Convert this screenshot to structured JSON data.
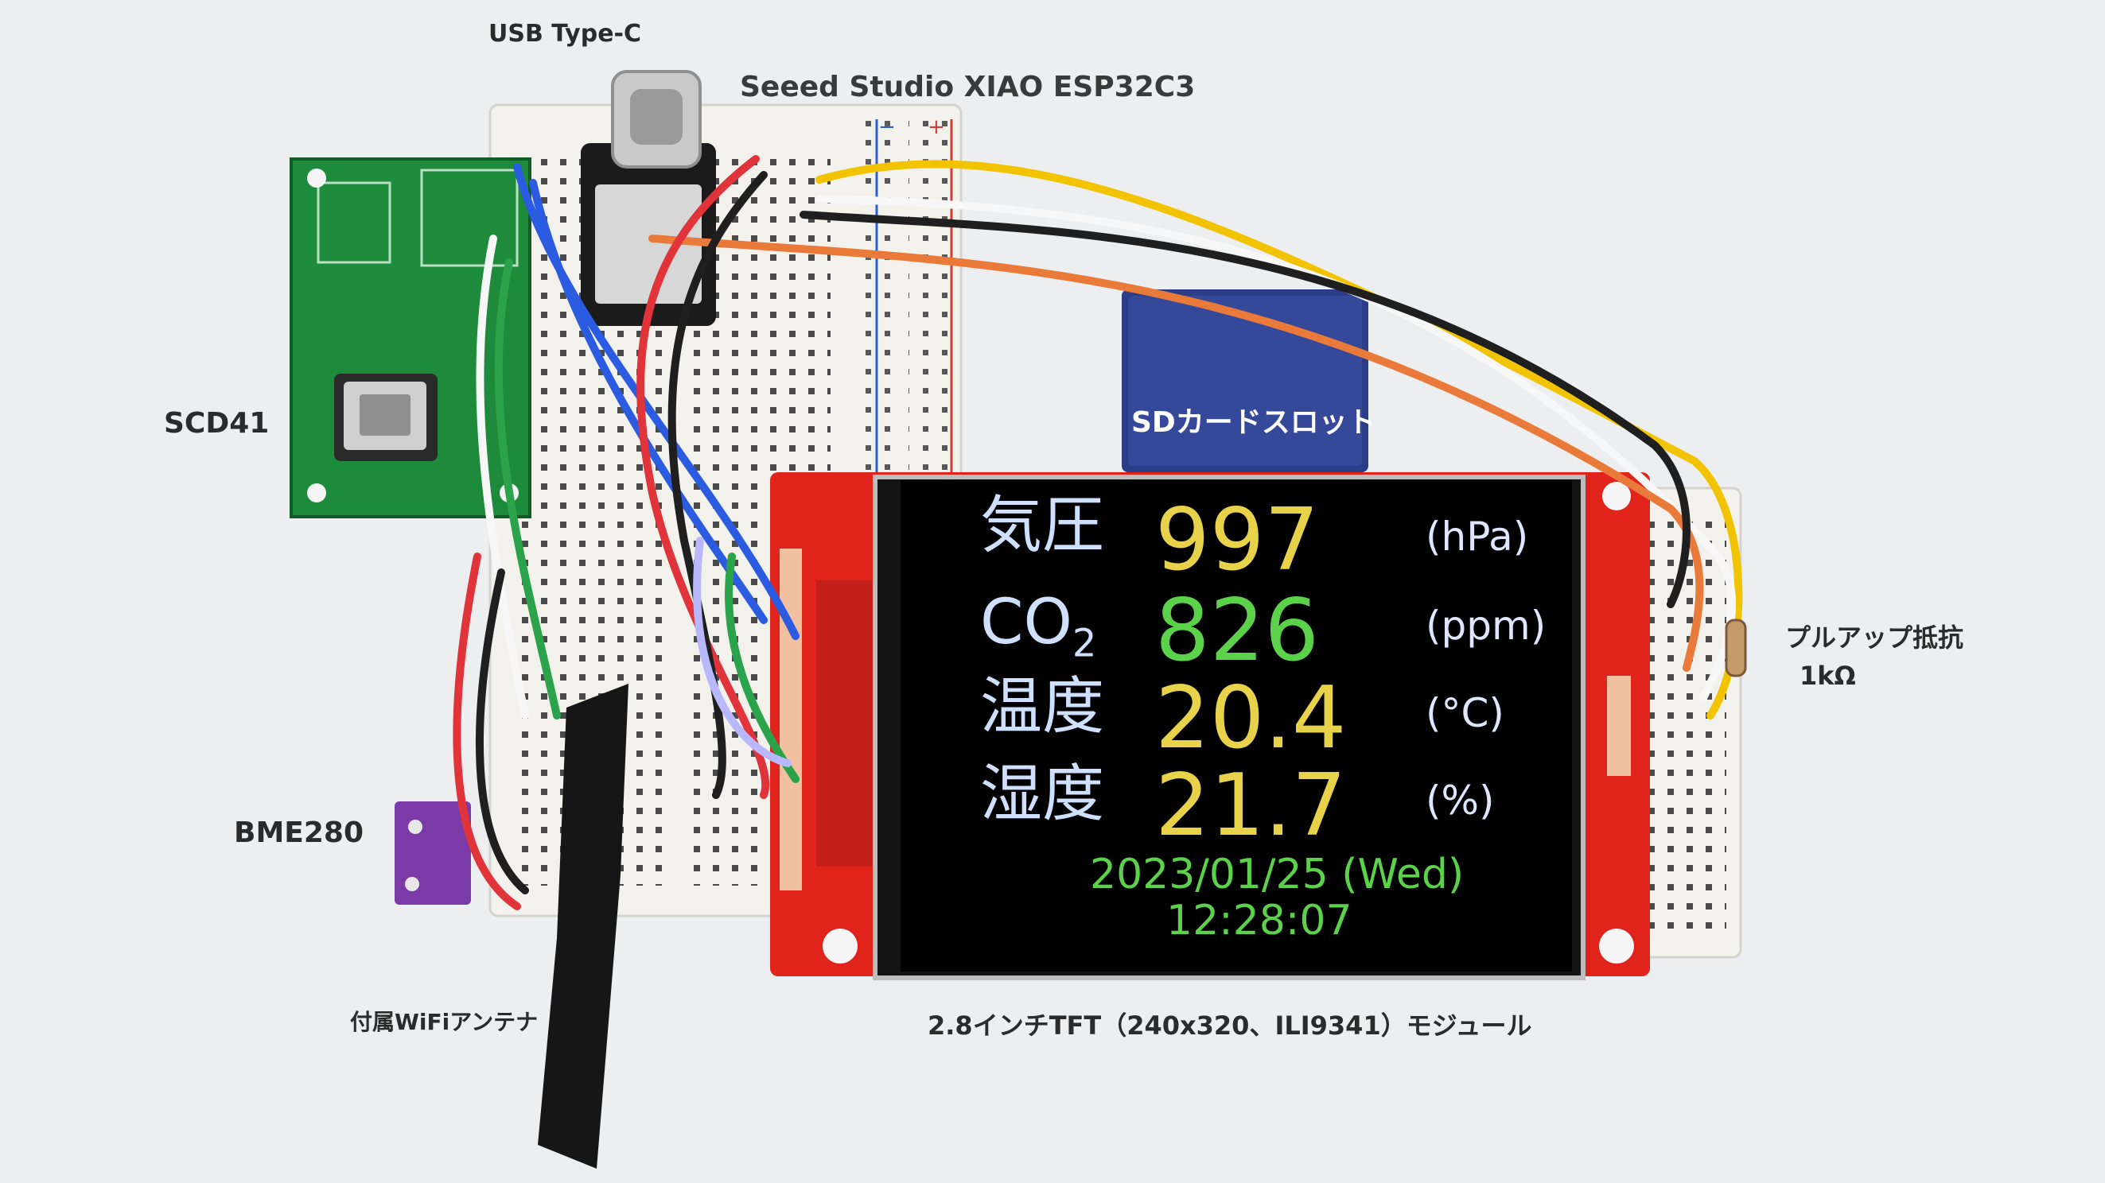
{
  "labels": {
    "usb": "USB Type-C",
    "xiao": "Seeed Studio XIAO ESP32C3",
    "scd41": "SCD41",
    "bme280": "BME280",
    "antenna": "付属WiFiアンテナ",
    "sd_slot": "SDカードスロット",
    "pullup": "プルアップ抵抗",
    "pullup_value": "1kΩ",
    "tft": "2.8インチTFT（240x320、ILI9341）モジュール"
  },
  "display": {
    "readings": [
      {
        "name": "気圧",
        "value": "997",
        "unit": "(hPa)"
      },
      {
        "name": "CO",
        "name_sub": "2",
        "value": "826",
        "unit": "(ppm)"
      },
      {
        "name": "温度",
        "value": "20.4",
        "unit": "(°C)"
      },
      {
        "name": "湿度",
        "value": "21.7",
        "unit": "(%)"
      }
    ],
    "date": "2023/01/25 (Wed)",
    "time": "12:28:07"
  },
  "colors": {
    "background": "#eceeef",
    "board_red": "#e0241c",
    "pcb_green": "#1e8a3c",
    "bme_purple": "#7a3aa8",
    "value_yellow": "#e7d24a",
    "value_green": "#5bd24a"
  }
}
